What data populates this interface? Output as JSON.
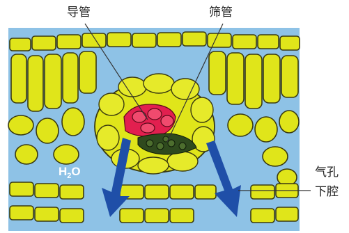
{
  "labels": {
    "xylem": "导管",
    "phloem": "筛管",
    "stomatal_chamber_line1": "气孔",
    "stomatal_chamber_line2": "下腔",
    "water_h": "H",
    "water_sub": "2",
    "water_o": "O"
  },
  "colors": {
    "background_tissue": "#8ec2e6",
    "cell_fill": "#e0e51a",
    "cell_outline": "#3a3a10",
    "xylem_fill": "#e21f4f",
    "phloem_fill": "#2f4a1e",
    "arrow": "#1f4fa8"
  }
}
